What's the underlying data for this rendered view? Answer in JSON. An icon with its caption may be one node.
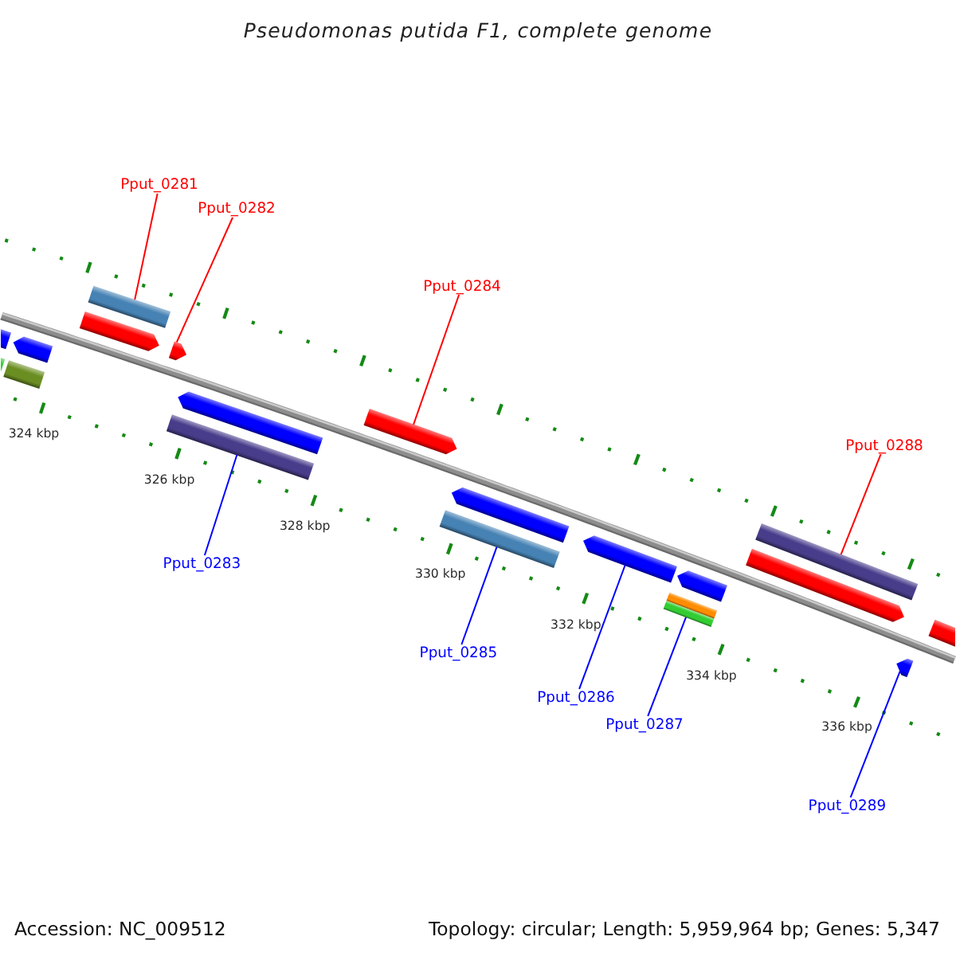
{
  "diagram": {
    "title": "Pseudomonas putida F1, complete genome",
    "nodes": [
      {
        "text": [
          "Pput_0281"
        ]
      },
      {
        "text": [
          "Pput_0282"
        ]
      },
      {
        "text": [
          "Pput_0283"
        ]
      },
      {
        "text": [
          "Pput_0284"
        ]
      },
      {
        "text": [
          "Pput_0285"
        ]
      },
      {
        "text": [
          "Pput_0286"
        ]
      },
      {
        "text": [
          "Pput_0287"
        ]
      },
      {
        "text": [
          "Pput_0288"
        ]
      },
      {
        "text": [
          "Pput_0289"
        ]
      },
      {
        "text": [],
        "shape": "bar"
      },
      {
        "text": [],
        "shape": "bar"
      },
      {
        "text": [],
        "shape": "bar"
      },
      {
        "text": [],
        "shape": "pentagon"
      },
      {
        "text": [],
        "shape": "pentagon"
      },
      {
        "text": [],
        "shape": "bar"
      },
      {
        "text": [],
        "shape": "pentagon"
      },
      {
        "text": [],
        "shape": "bar"
      },
      {
        "text": [],
        "shape": "pentagon"
      },
      {
        "text": [],
        "shape": "pentagon"
      },
      {
        "text": [],
        "shape": "bar"
      },
      {
        "text": [],
        "shape": "pentagon"
      },
      {
        "text": [],
        "shape": "pentagon"
      },
      {
        "text": [],
        "shape": "bar"
      },
      {
        "text": [],
        "shape": "bar"
      },
      {
        "text": [],
        "shape": "pentagon"
      },
      {
        "text": [],
        "shape": "pentagon"
      },
      {
        "text": [],
        "shape": "bar"
      },
      {
        "text": [],
        "shape": "pentagon"
      },
      {
        "text": [],
        "shape": "bar"
      }
    ],
    "edges": [
      {
        "from": 0,
        "to": 14,
        "arrow": "none",
        "color": "#ff0000"
      },
      {
        "from": 1,
        "to": 15,
        "arrow": "none",
        "color": "#ff0000"
      },
      {
        "from": 2,
        "to": 16,
        "arrow": "none"
      },
      {
        "from": 3,
        "to": 18,
        "arrow": "none",
        "color": "#ff0000"
      },
      {
        "from": 4,
        "to": 19,
        "arrow": "none"
      },
      {
        "from": 5,
        "to": 21,
        "arrow": "none"
      },
      {
        "from": 6,
        "to": 23,
        "arrow": "none"
      },
      {
        "from": 7,
        "to": 26,
        "arrow": "none",
        "color": "#ff0000"
      },
      {
        "from": 8,
        "to": 27,
        "arrow": "none"
      }
    ],
    "labels": [
      "324 kbp",
      "326 kbp",
      "328 kbp",
      "330 kbp",
      "332 kbp",
      "334 kbp",
      "336 kbp",
      "Accession: NC_009512",
      "Topology: circular; Length: 5,959,964 bp; Genes: 5,347"
    ]
  }
}
